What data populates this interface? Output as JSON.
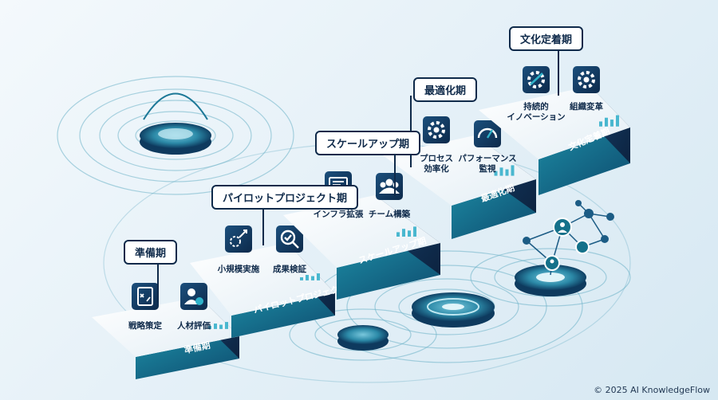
{
  "stages": [
    {
      "id": "prep",
      "label": "準備期",
      "side_label": "準備期",
      "icons": [
        {
          "name": "strategy-clipboard-icon",
          "caption": "戦略策定"
        },
        {
          "name": "talent-evaluation-icon",
          "caption": "人材評価"
        }
      ]
    },
    {
      "id": "pilot",
      "label": "パイロットプロジェクト期",
      "side_label": "パイロットプロジェクト期",
      "icons": [
        {
          "name": "small-scale-implementation-icon",
          "caption": "小規模実施"
        },
        {
          "name": "result-verification-icon",
          "caption": "成果検証"
        }
      ]
    },
    {
      "id": "scale",
      "label": "スケールアップ期",
      "side_label": "スケールアップ期",
      "icons": [
        {
          "name": "infrastructure-monitor-icon",
          "caption": "インフラ拡張"
        },
        {
          "name": "team-building-icon",
          "caption": "チーム構築"
        }
      ]
    },
    {
      "id": "opt",
      "label": "最適化期",
      "side_label": "最適化期",
      "icons": [
        {
          "name": "process-gear-icon",
          "caption": "プロセス\n効率化"
        },
        {
          "name": "performance-gauge-icon",
          "caption": "パフォーマンス\n監視"
        }
      ]
    },
    {
      "id": "culture",
      "label": "文化定着期",
      "side_label": "文化定着期",
      "icons": [
        {
          "name": "sustainable-innovation-icon",
          "caption": "持続的\nイノベーション"
        },
        {
          "name": "organization-change-icon",
          "caption": "組織変革"
        }
      ]
    }
  ],
  "footer": {
    "copyright": "© 2025 AI KnowledgeFlow"
  },
  "colors": {
    "navy": "#0f2a4a",
    "teal": "#14718a",
    "top": "#eef6fa",
    "front": "#1a6f8a",
    "side": "#12355a"
  }
}
